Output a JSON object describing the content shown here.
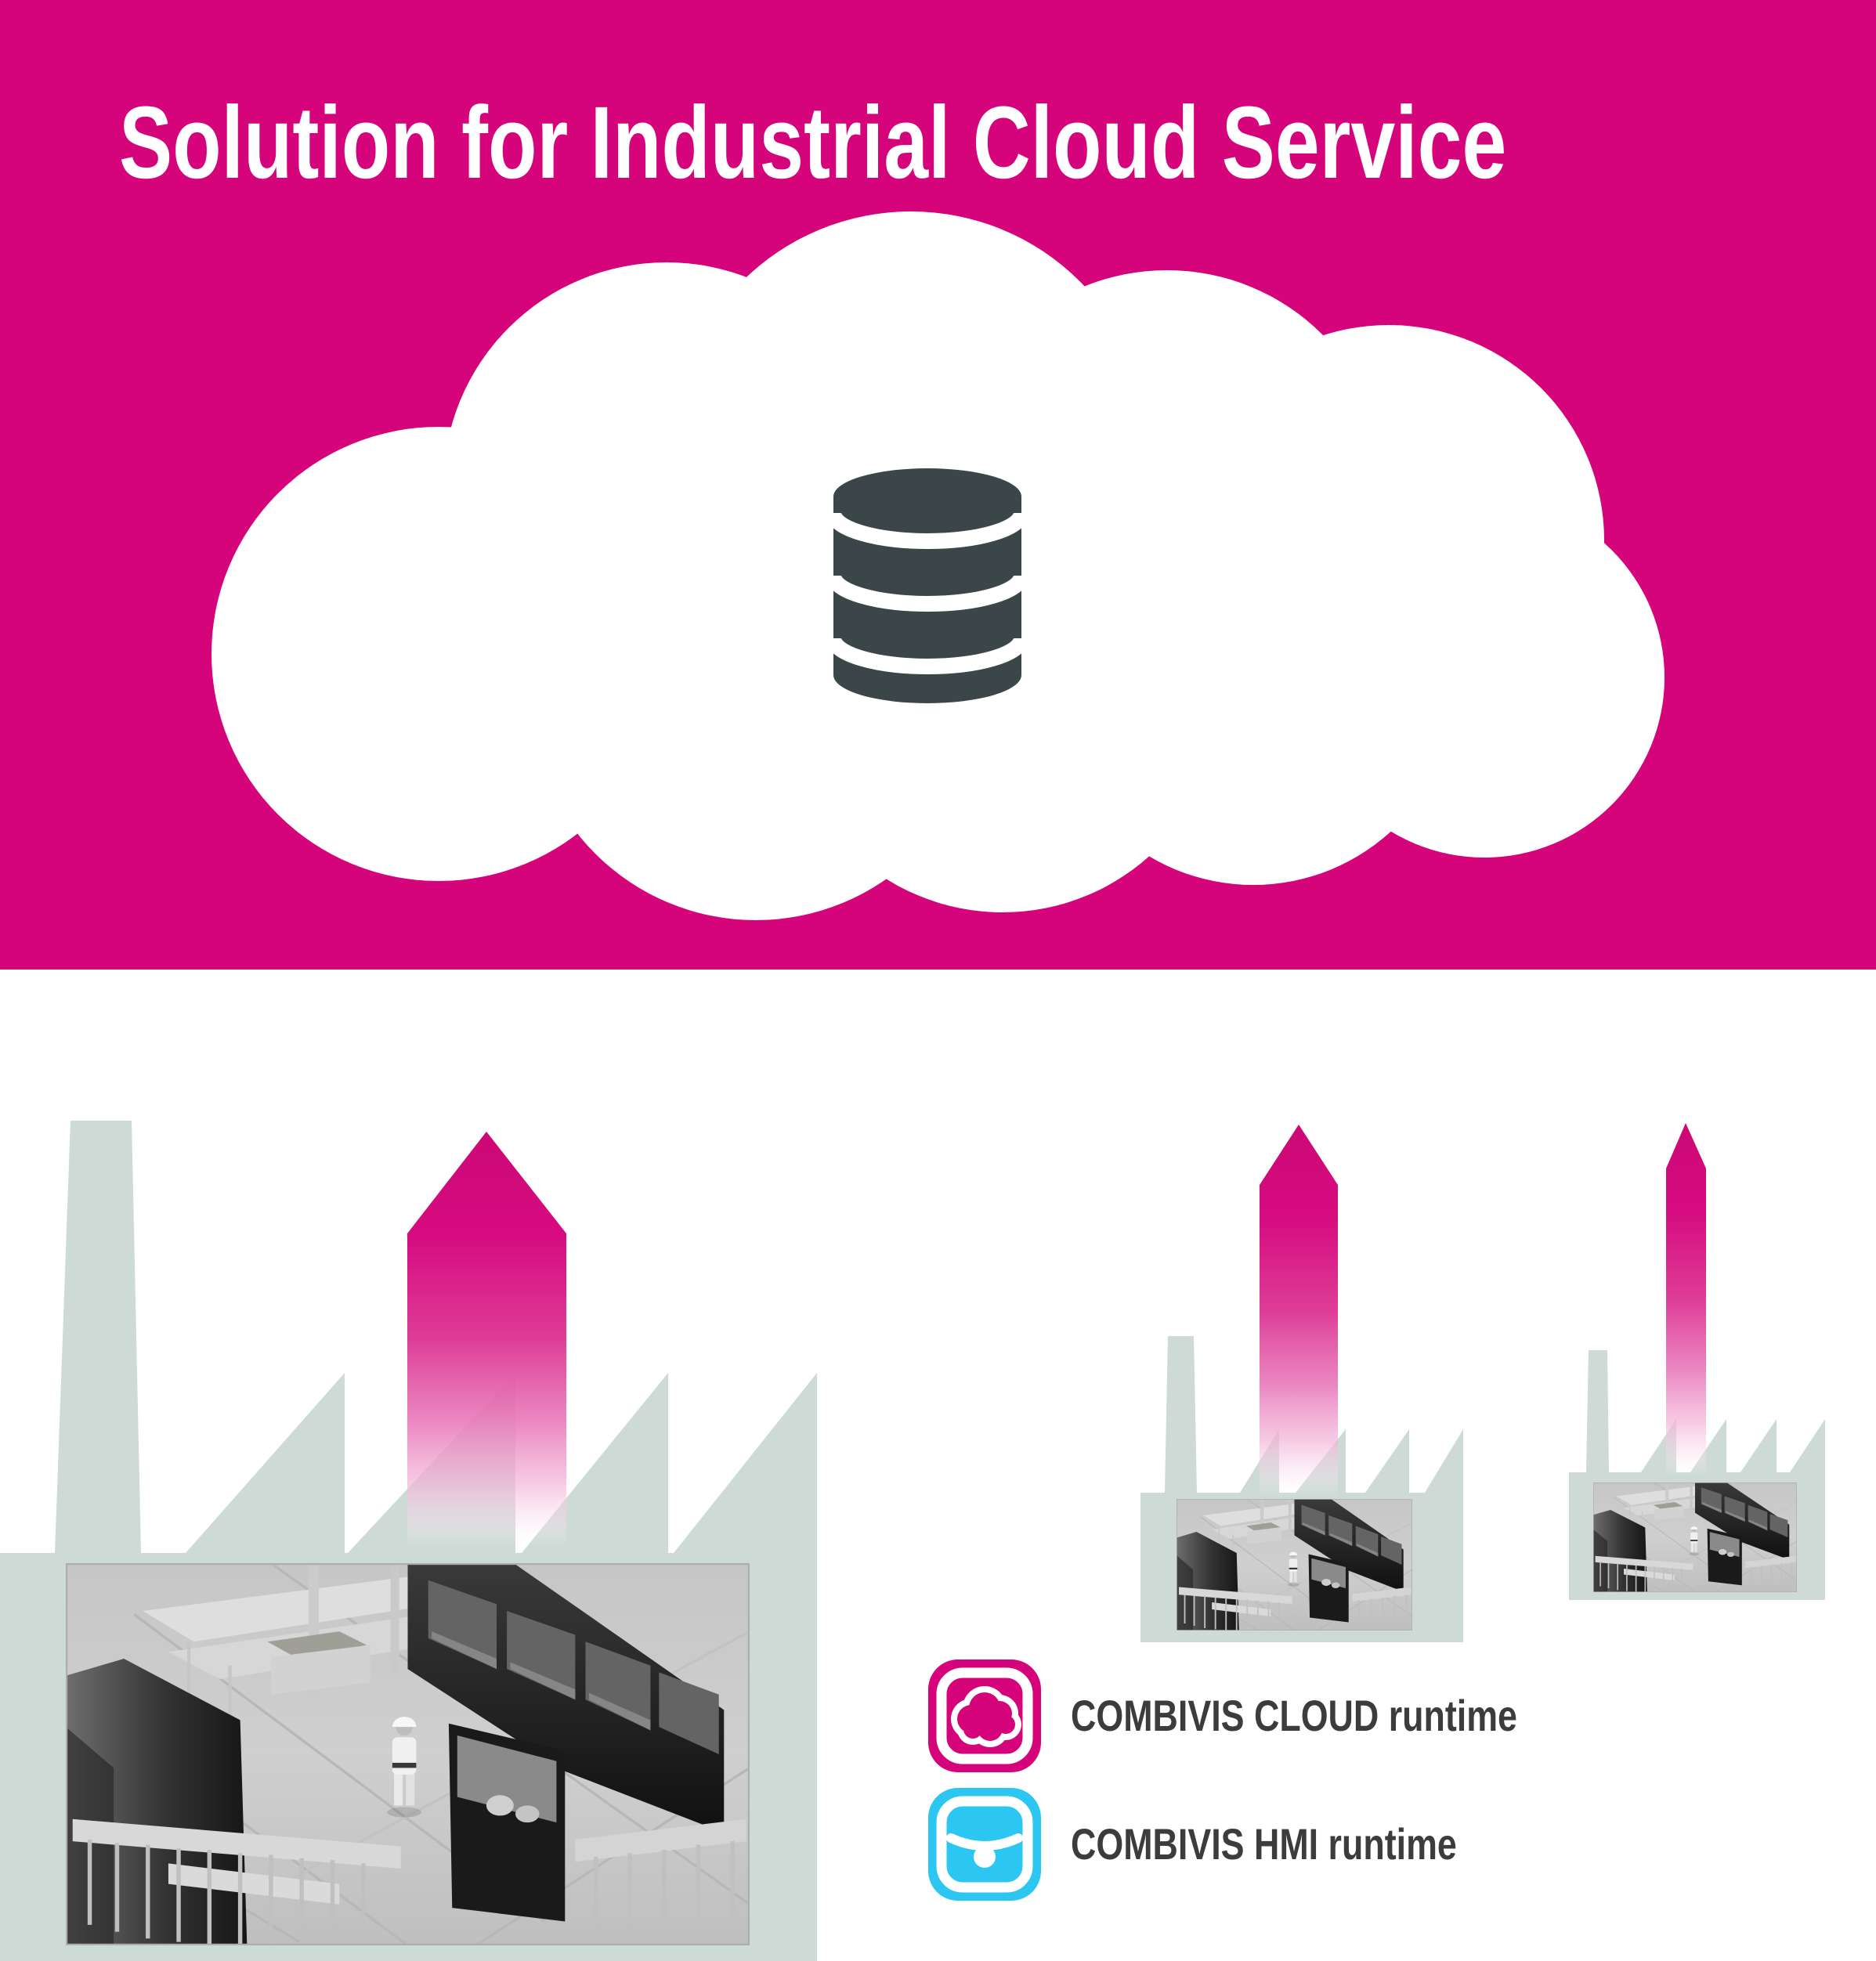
{
  "title": "Solution for Industrial Cloud Service",
  "colors": {
    "header_magenta": "#D5047B",
    "arrow_magenta": "#D5047B",
    "factory_silhouette": "#CDDAD5",
    "database_slate": "#3A4647",
    "hmi_cyan": "#2BC7F2",
    "label_text": "#3C3C3B",
    "cloud_white": "#FFFFFF"
  },
  "cloud": {
    "icon": "database-icon"
  },
  "factories": [
    {
      "name": "large-factory",
      "photo": "factory-floor-photo",
      "arrow": "upload-arrow"
    },
    {
      "name": "medium-factory",
      "photo": "factory-floor-photo",
      "arrow": "upload-arrow"
    },
    {
      "name": "small-factory",
      "photo": "factory-floor-photo",
      "arrow": "upload-arrow"
    }
  ],
  "legend": {
    "items": [
      {
        "icon": "cloud-app-icon",
        "icon_color": "#D5047B",
        "label": "COMBIVIS CLOUD runtime"
      },
      {
        "icon": "hmi-app-icon",
        "icon_color": "#2BC7F2",
        "label": "COMBIVIS HMI runtime"
      }
    ]
  }
}
